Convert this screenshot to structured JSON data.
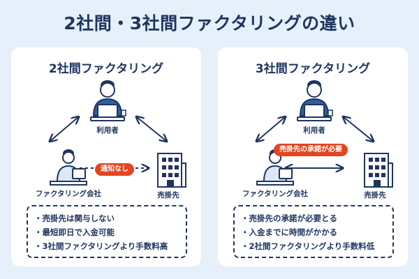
{
  "title": "2社間・3社間ファクタリングの違い",
  "left": {
    "heading": "2社間ファクタリング",
    "user_label": "利用者",
    "company_label": "ファクタリング会社",
    "seller_label": "売掛先",
    "badge": "通知なし",
    "points": [
      "売掛先は関与しない",
      "最短即日で入金可能",
      "3社間ファクタリングより手数料高"
    ]
  },
  "right": {
    "heading": "3社間ファクタリング",
    "user_label": "利用者",
    "company_label": "ファクタリング会社",
    "seller_label": "売掛先",
    "badge": "売掛先の承諾が必要",
    "points": [
      "売掛先の承諾が必要とる",
      "入金までに時間がかかる",
      "2社間ファクタリングより手数料低"
    ]
  },
  "colors": {
    "navy": "#1f3560",
    "accent": "#e2451f",
    "background": "#e6f0fb"
  }
}
